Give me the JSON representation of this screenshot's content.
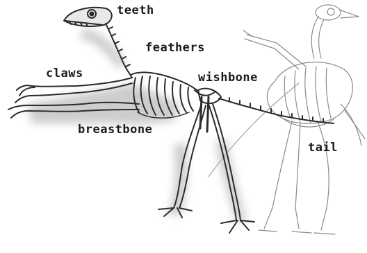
{
  "labels": {
    "teeth": "teeth",
    "feathers": "feathers",
    "claws": "claws",
    "wishbone": "wishbone",
    "breastbone": "breastbone",
    "tail": "tail"
  },
  "colors": {
    "fossil_bone": "#2b2b2b",
    "fossil_shadow": "#b8b8b8",
    "bird_sketch": "#8a8a8a",
    "label_text": "#1a1a1a"
  }
}
